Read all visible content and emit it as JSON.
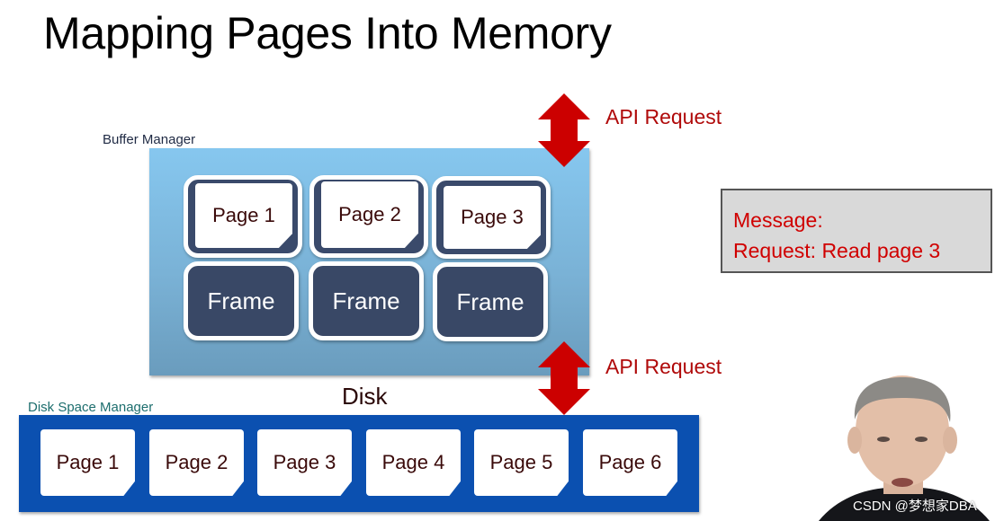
{
  "slide": {
    "title": "Mapping Pages Into Memory"
  },
  "buffer_manager": {
    "label": "Buffer Manager",
    "slots": [
      {
        "page": "Page 1",
        "frame": "Frame"
      },
      {
        "page": "Page 2",
        "frame": "Frame"
      },
      {
        "page": "Page 3",
        "frame": "Frame"
      }
    ]
  },
  "api": {
    "top_label": "API Request",
    "bottom_label": "API Request",
    "arrow_color": "#cc0000"
  },
  "message": {
    "line1": "Message:",
    "line2": "Request: Read page 3"
  },
  "disk": {
    "label": "Disk",
    "manager_label": "Disk Space Manager",
    "pages": [
      "Page 1",
      "Page 2",
      "Page 3",
      "Page 4",
      "Page 5",
      "Page 6"
    ]
  },
  "colors": {
    "buffer_top": "#86c7ef",
    "frame_fill": "#394866",
    "disk_fill": "#0b50b0",
    "api_text": "#b00a0a",
    "message_text": "#d00000",
    "message_bg": "#d9d9d9"
  },
  "watermark": "CSDN @梦想家DBA"
}
